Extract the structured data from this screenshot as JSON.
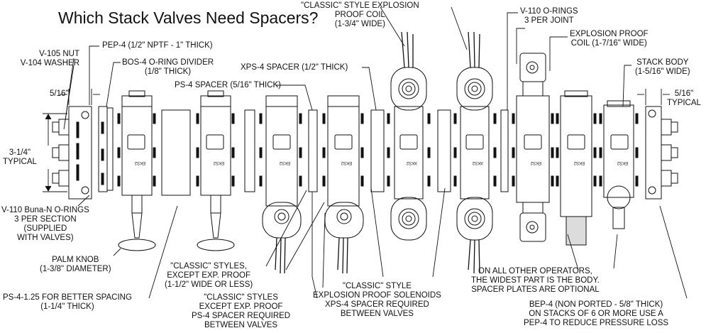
{
  "title": "Which Stack Valves Need Spacers?",
  "labels": {
    "v105": [
      "V-105 NUT",
      "V-104 WASHER"
    ],
    "pep4": "PEP-4 (1/2\"  NPTF - 1\" THICK)",
    "bos4": [
      "BOS-4 O-RING DIVIDER",
      "(1/8\" THICK)"
    ],
    "dim_516_left": "5/16\"",
    "ps4": "PS-4 SPACER (5/16\" THICK)",
    "xps4": "XPS-4 SPACER (1/2\" THICK)",
    "classic_exp_coil": [
      "\"CLASSIC\" STYLE EXPLOSION",
      "PROOF COIL",
      "(1-3/4\" WIDE)"
    ],
    "v110_right": [
      "V-110 O-RINGS",
      "3 PER JOINT"
    ],
    "exp_proof_coil": [
      "EXPLOSION PROOF",
      "COIL (1-7/16\" WIDE)"
    ],
    "stack_body": [
      "STACK BODY",
      "(1-5/16\" WIDE)"
    ],
    "dim_516_right": [
      "5/16\"",
      "TYPICAL"
    ],
    "dim_314": [
      "3-1/4\"",
      "TYPICAL"
    ],
    "v110_left": [
      "V-110 Buna-N O-RINGS",
      "3 PER SECTION",
      "(SUPPLIED",
      "WITH VALVES)"
    ],
    "palm_knob": [
      "PALM KNOB",
      "(1-3/8\" DIAMETER)"
    ],
    "ps4_125": [
      "PS-4-1.25 FOR BETTER SPACING",
      "(1-1/4\" THICK)"
    ],
    "classic_styles_1": [
      "\"CLASSIC\" STYLES,",
      "EXCEPT EXP. PROOF",
      "(1-1/2\" WIDE OR LESS)"
    ],
    "classic_styles_2": [
      "\"CLASSIC\" STYLES",
      "EXCEPT EXP. PROOF",
      "PS-4 SPACER REQUIRED",
      "BETWEEN VALVES"
    ],
    "classic_solenoids": [
      "\"CLASSIC\" STYLE",
      "EXPLOSION PROOF SOLENOIDS",
      "XPS-4 SPACER REQUIRED",
      "BETWEEN VALVES"
    ],
    "other_operators": [
      "ON ALL OTHER OPERATORS,",
      "THE WIDEST PART IS THE BODY.",
      "SPACER PLATES ARE OPTIONAL"
    ],
    "bep4": [
      "BEP-4 (NON PORTED - 5/8\" THICK)",
      "ON STACKS OF 6 OR MORE USE A",
      "PEP-4 TO REDUCE PRESSURE LOSS"
    ]
  },
  "valve_tags": [
    "EKS2",
    "EKS2",
    "EKS2",
    "EKS2",
    "XKS2",
    "XKS2",
    "EKS2",
    "EKS2",
    "EKS2"
  ]
}
